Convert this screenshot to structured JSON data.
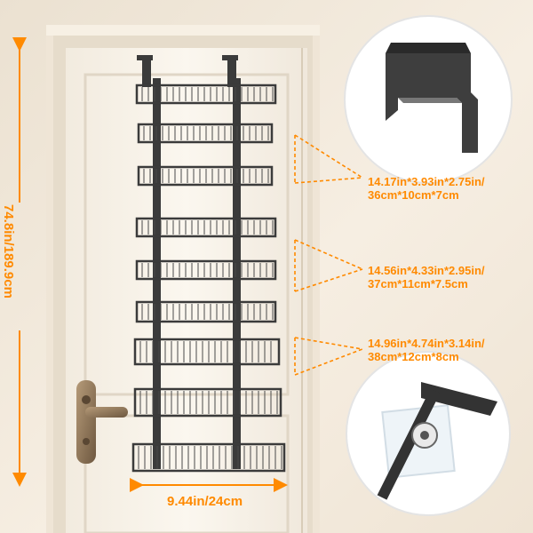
{
  "dimensions": {
    "height": "74.8in/189.9cm",
    "width": "9.44in/24cm"
  },
  "shelves": [
    {
      "line1": "14.17in*3.93in*2.75in/",
      "line2": "36cm*10cm*7cm"
    },
    {
      "line1": "14.56in*4.33in*2.95in/",
      "line2": "37cm*11cm*7.5cm"
    },
    {
      "line1": "14.96in*4.74in*3.14in/",
      "line2": "38cm*12cm*8cm"
    }
  ],
  "colors": {
    "accent": "#ff8a00",
    "wall": "#f3eadc",
    "door": "#fbf7ef",
    "rack": "#3b3b3b"
  },
  "icons": [
    "over-door-hook-icon",
    "adhesive-hook-icon"
  ]
}
